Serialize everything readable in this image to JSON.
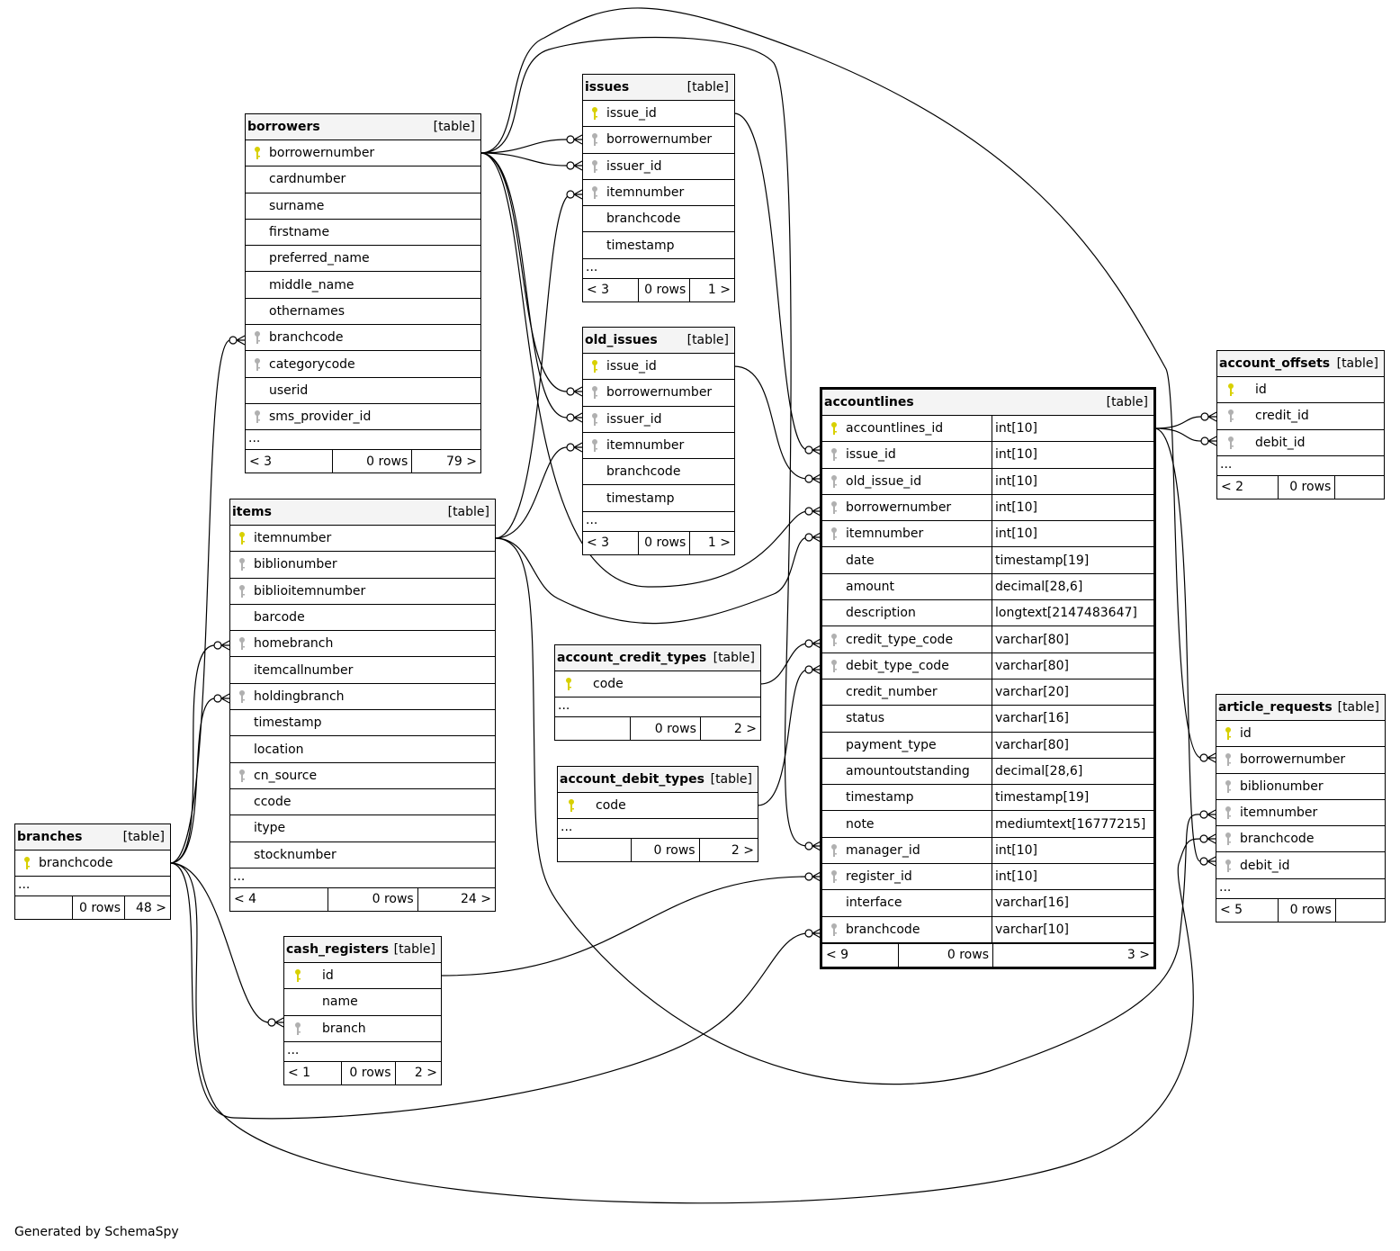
{
  "tables": {
    "borrowers": {
      "name": "borrowers",
      "kind": "[table]",
      "columns": [
        {
          "name": "borrowernumber",
          "key": "pk"
        },
        {
          "name": "cardnumber"
        },
        {
          "name": "surname"
        },
        {
          "name": "firstname"
        },
        {
          "name": "preferred_name"
        },
        {
          "name": "middle_name"
        },
        {
          "name": "othernames"
        },
        {
          "name": "branchcode",
          "key": "fk"
        },
        {
          "name": "categorycode",
          "key": "fk"
        },
        {
          "name": "userid"
        },
        {
          "name": "sms_provider_id",
          "key": "fk"
        }
      ],
      "ellipsis": "...",
      "footer": [
        "< 3",
        "0 rows",
        "79 >"
      ]
    },
    "issues": {
      "name": "issues",
      "kind": "[table]",
      "columns": [
        {
          "name": "issue_id",
          "key": "pk"
        },
        {
          "name": "borrowernumber",
          "key": "fk"
        },
        {
          "name": "issuer_id",
          "key": "fk"
        },
        {
          "name": "itemnumber",
          "key": "fk"
        },
        {
          "name": "branchcode"
        },
        {
          "name": "timestamp"
        }
      ],
      "ellipsis": "...",
      "footer": [
        "< 3",
        "0 rows",
        "1 >"
      ]
    },
    "old_issues": {
      "name": "old_issues",
      "kind": "[table]",
      "columns": [
        {
          "name": "issue_id",
          "key": "pk"
        },
        {
          "name": "borrowernumber",
          "key": "fk"
        },
        {
          "name": "issuer_id",
          "key": "fk"
        },
        {
          "name": "itemnumber",
          "key": "fk"
        },
        {
          "name": "branchcode"
        },
        {
          "name": "timestamp"
        }
      ],
      "ellipsis": "...",
      "footer": [
        "< 3",
        "0 rows",
        "1 >"
      ]
    },
    "items": {
      "name": "items",
      "kind": "[table]",
      "columns": [
        {
          "name": "itemnumber",
          "key": "pk"
        },
        {
          "name": "biblionumber",
          "key": "fk"
        },
        {
          "name": "biblioitemnumber",
          "key": "fk"
        },
        {
          "name": "barcode"
        },
        {
          "name": "homebranch",
          "key": "fk"
        },
        {
          "name": "itemcallnumber"
        },
        {
          "name": "holdingbranch",
          "key": "fk"
        },
        {
          "name": "timestamp"
        },
        {
          "name": "location"
        },
        {
          "name": "cn_source",
          "key": "fk"
        },
        {
          "name": "ccode"
        },
        {
          "name": "itype"
        },
        {
          "name": "stocknumber"
        }
      ],
      "ellipsis": "...",
      "footer": [
        "< 4",
        "0 rows",
        "24 >"
      ]
    },
    "branches": {
      "name": "branches",
      "kind": "[table]",
      "columns": [
        {
          "name": "branchcode",
          "key": "pk"
        }
      ],
      "ellipsis": "...",
      "footer": [
        "",
        "0 rows",
        "48 >"
      ]
    },
    "cash_registers": {
      "name": "cash_registers",
      "kind": "[table]",
      "columns": [
        {
          "name": "id",
          "key": "pk"
        },
        {
          "name": "name"
        },
        {
          "name": "branch",
          "key": "fk"
        }
      ],
      "ellipsis": "...",
      "footer": [
        "< 1",
        "0 rows",
        "2 >"
      ]
    },
    "account_credit_types": {
      "name": "account_credit_types",
      "kind": "[table]",
      "columns": [
        {
          "name": "code",
          "key": "pk"
        }
      ],
      "ellipsis": "...",
      "footer": [
        "",
        "0 rows",
        "2 >"
      ]
    },
    "account_debit_types": {
      "name": "account_debit_types",
      "kind": "[table]",
      "columns": [
        {
          "name": "code",
          "key": "pk"
        }
      ],
      "ellipsis": "...",
      "footer": [
        "",
        "0 rows",
        "2 >"
      ]
    },
    "accountlines": {
      "name": "accountlines",
      "kind": "[table]",
      "columns": [
        {
          "name": "accountlines_id",
          "key": "pk",
          "type": "int[10]"
        },
        {
          "name": "issue_id",
          "key": "fk",
          "type": "int[10]"
        },
        {
          "name": "old_issue_id",
          "key": "fk",
          "type": "int[10]"
        },
        {
          "name": "borrowernumber",
          "key": "fk",
          "type": "int[10]"
        },
        {
          "name": "itemnumber",
          "key": "fk",
          "type": "int[10]"
        },
        {
          "name": "date",
          "type": "timestamp[19]"
        },
        {
          "name": "amount",
          "type": "decimal[28,6]"
        },
        {
          "name": "description",
          "type": "longtext[2147483647]"
        },
        {
          "name": "credit_type_code",
          "key": "fk",
          "type": "varchar[80]"
        },
        {
          "name": "debit_type_code",
          "key": "fk",
          "type": "varchar[80]"
        },
        {
          "name": "credit_number",
          "type": "varchar[20]"
        },
        {
          "name": "status",
          "type": "varchar[16]"
        },
        {
          "name": "payment_type",
          "type": "varchar[80]"
        },
        {
          "name": "amountoutstanding",
          "type": "decimal[28,6]"
        },
        {
          "name": "timestamp",
          "type": "timestamp[19]"
        },
        {
          "name": "note",
          "type": "mediumtext[16777215]"
        },
        {
          "name": "manager_id",
          "key": "fk",
          "type": "int[10]"
        },
        {
          "name": "register_id",
          "key": "fk",
          "type": "int[10]"
        },
        {
          "name": "interface",
          "type": "varchar[16]"
        },
        {
          "name": "branchcode",
          "key": "fk",
          "type": "varchar[10]"
        }
      ],
      "footer": [
        "< 9",
        "0 rows",
        "3 >"
      ]
    },
    "account_offsets": {
      "name": "account_offsets",
      "kind": "[table]",
      "columns": [
        {
          "name": "id",
          "key": "pk"
        },
        {
          "name": "credit_id",
          "key": "fk"
        },
        {
          "name": "debit_id",
          "key": "fk"
        }
      ],
      "ellipsis": "...",
      "footer": [
        "< 2",
        "0 rows",
        ""
      ]
    },
    "article_requests": {
      "name": "article_requests",
      "kind": "[table]",
      "columns": [
        {
          "name": "id",
          "key": "pk"
        },
        {
          "name": "borrowernumber",
          "key": "fk"
        },
        {
          "name": "biblionumber",
          "key": "fk"
        },
        {
          "name": "itemnumber",
          "key": "fk"
        },
        {
          "name": "branchcode",
          "key": "fk"
        },
        {
          "name": "debit_id",
          "key": "fk"
        }
      ],
      "ellipsis": "...",
      "footer": [
        "< 5",
        "0 rows",
        ""
      ]
    }
  },
  "colors": {
    "pk_key": "#d8d000",
    "fk_key": "#b0b0b0",
    "header_bg": "#f4f4f4"
  },
  "footer_text": "Generated by SchemaSpy"
}
